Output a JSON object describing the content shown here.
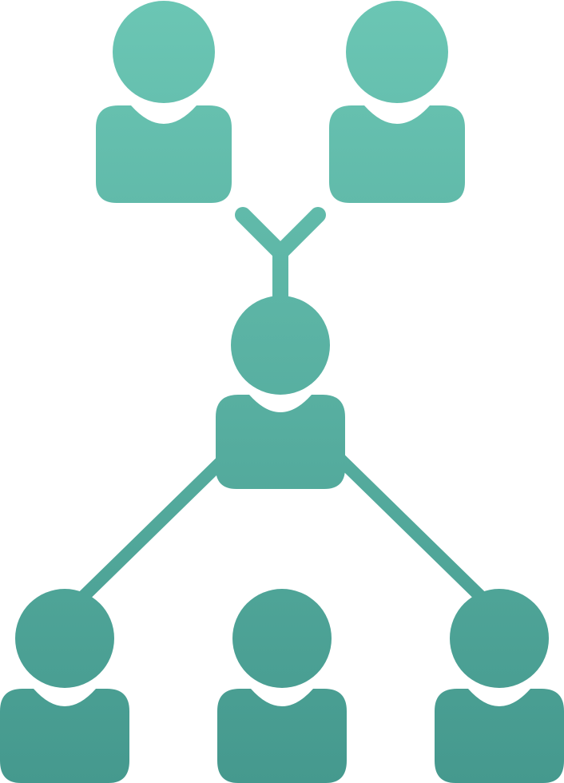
{
  "icon": {
    "name": "organization-network-icon",
    "gradient": {
      "top_color": "#6BC6B4",
      "bottom_color": "#45998E"
    },
    "people": [
      {
        "id": "person-top-left",
        "role": "parent"
      },
      {
        "id": "person-top-right",
        "role": "parent"
      },
      {
        "id": "person-center",
        "role": "hub"
      },
      {
        "id": "person-bottom-left",
        "role": "child"
      },
      {
        "id": "person-bottom-middle",
        "role": "child"
      },
      {
        "id": "person-bottom-right",
        "role": "child"
      }
    ],
    "connections": [
      {
        "from": "person-top-left",
        "to": "person-center"
      },
      {
        "from": "person-top-right",
        "to": "person-center"
      },
      {
        "from": "person-center",
        "to": "person-bottom-left"
      },
      {
        "from": "person-center",
        "to": "person-bottom-right"
      }
    ]
  }
}
